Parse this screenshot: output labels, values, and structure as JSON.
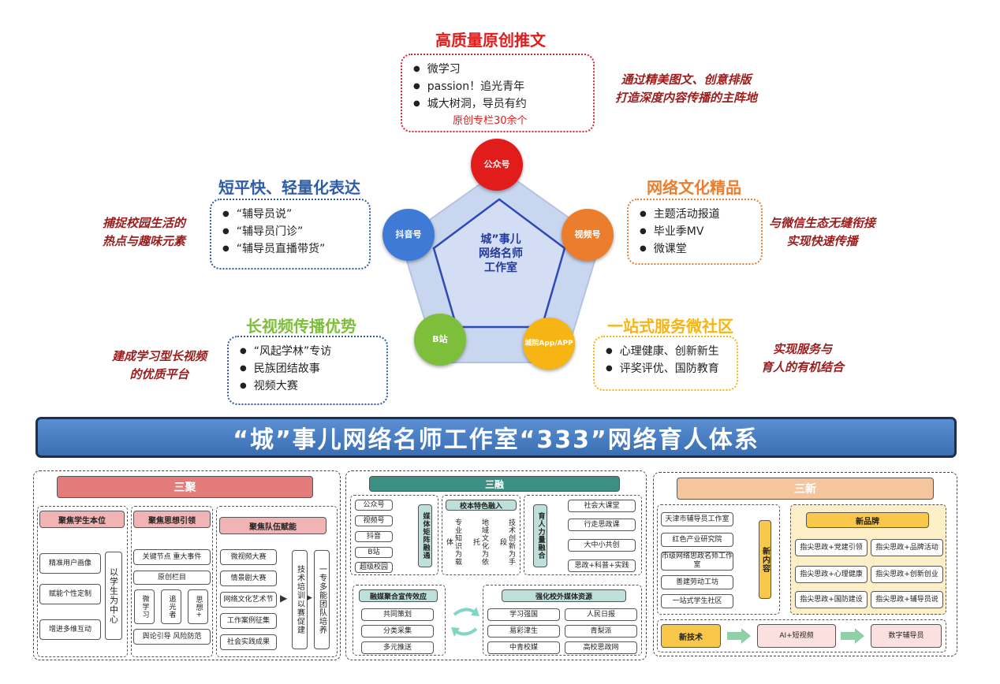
{
  "top": {
    "title": "高质量原创推文",
    "items": [
      "微学习",
      "passion！追光青年",
      "城大树洞，导员有约"
    ],
    "note": "原创专栏30余个",
    "side": [
      "通过精美图文、创意排版",
      "打造深度内容传播的主阵地"
    ]
  },
  "left": {
    "title": "短平快、轻量化表达",
    "items": [
      "“辅导员说”",
      "“辅导员门诊”",
      "“辅导员直播带货”"
    ],
    "side": [
      "捕捉校园生活的",
      "热点与趣味元素"
    ]
  },
  "right": {
    "title": "网络文化精品",
    "items": [
      "主题活动报道",
      "毕业季MV",
      "微课堂"
    ],
    "side": [
      "与微信生态无缝衔接",
      "实现快速传播"
    ]
  },
  "left2": {
    "title": "长视频传播优势",
    "items": [
      "“风起学林”专访",
      "民族团结故事",
      "视频大赛"
    ],
    "side": [
      "建成学习型长视频",
      "的优质平台"
    ]
  },
  "right2": {
    "title": "一站式服务微社区",
    "items": [
      "心理健康、创新新生",
      "评奖评优、国防教育"
    ],
    "side": [
      "实现服务与",
      "育人的有机结合"
    ]
  },
  "center": {
    "text": "城”事儿\n网络名师\n工作室"
  },
  "nodes": {
    "gzh": "公众号",
    "dy": "抖音号",
    "sph": "视频号",
    "b": "B站",
    "app": "城院App/APP"
  },
  "banner": "“城”事儿网络名师工作室“333”网络育人体系",
  "p1": {
    "title": "三聚",
    "c1": {
      "head": "聚焦学生本位",
      "items": [
        "精准用户画像",
        "赋能个性定制",
        "增进多维互动"
      ],
      "v": "以学生为中心"
    },
    "c2": {
      "head": "聚焦思想引领",
      "items": [
        "关键节点 重大事件",
        "原创栏目"
      ],
      "v": [
        "微学习",
        "追光者",
        "思想+"
      ],
      "bottom": "舆论引导 风险防范"
    },
    "c3": {
      "head": "聚焦队伍赋能",
      "items": [
        "微视频大赛",
        "情景剧大赛",
        "网络文化艺术节",
        "工作案例征集",
        "社会实践成果"
      ],
      "v1": "技术培训以赛促建",
      "v2": "一专多能团队培养"
    }
  },
  "p2": {
    "title": "三融",
    "left": [
      "公众号",
      "视频号",
      "抖音",
      "B站",
      "超级校园"
    ],
    "lv": "媒体矩阵融通",
    "mid": {
      "head": "校本特色融入",
      "cols": [
        "专业知识为载体",
        "地域文化为依托",
        "技术创新为手段"
      ]
    },
    "rv": "育人力量融合",
    "right": [
      "社会大课堂",
      "行走思政课",
      "大中小共创",
      "思政+科普+实践"
    ],
    "b1": {
      "head": "融媒聚合宣传效应",
      "items": [
        "共同策划",
        "分类采集",
        "多元推送"
      ]
    },
    "b2": {
      "head": "强化校外媒体资源",
      "items": [
        "学习强国",
        "人民日报",
        "易彩津生",
        "青梨派",
        "中青校媒",
        "高校思政网"
      ]
    }
  },
  "p3": {
    "title": "三新",
    "left": [
      "天津市辅导员工作室",
      "红色产业研究院",
      "市级网络思政名师工作室",
      "善建劳动工坊",
      "一站式学生社区"
    ],
    "lv": "新内容",
    "brand": {
      "head": "新品牌",
      "items": [
        "指尖思政+党建引领",
        "指尖思政+品牌活动",
        "指尖思政+心理健康",
        "指尖思政+创新创业",
        "指尖思政+国防建设",
        "指尖思政+辅导员说"
      ]
    },
    "tech": {
      "head": "新技术",
      "mid": "AI+短视频",
      "end": "数字辅导员"
    }
  },
  "colors": {
    "red": "#e21b1b",
    "orange": "#ea7e2d",
    "yellow": "#f6b515",
    "green": "#7dbf3a",
    "blue": "#2f5ca8"
  }
}
